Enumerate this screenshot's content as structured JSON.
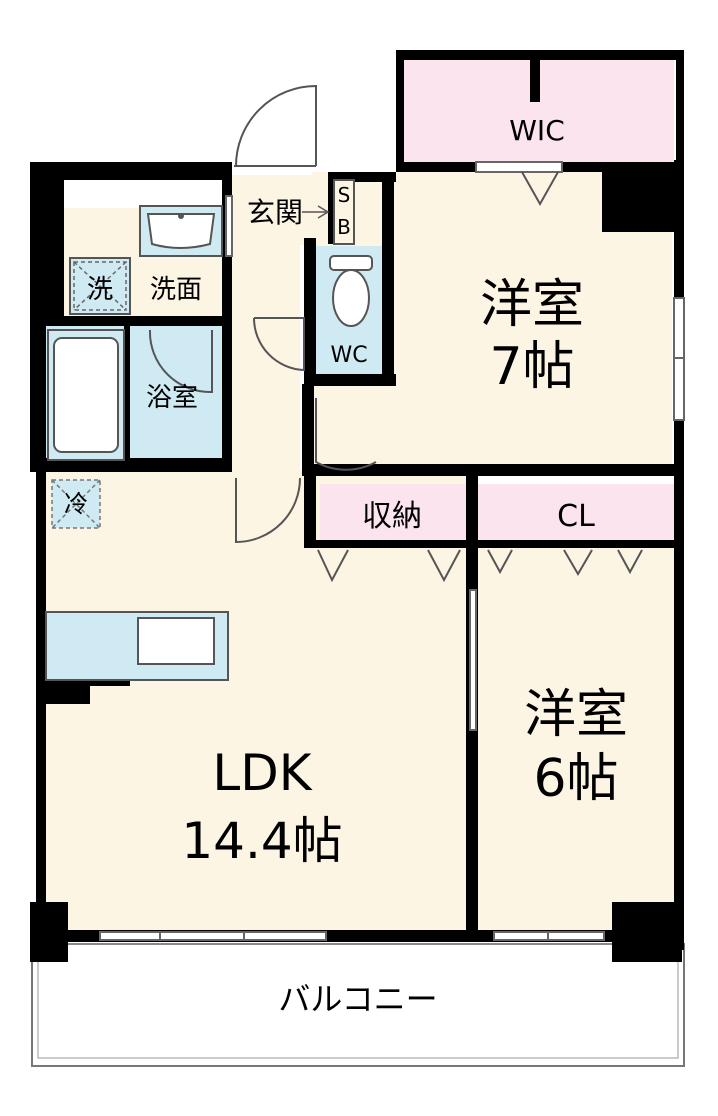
{
  "colors": {
    "floor": "#fdf5e4",
    "storage": "#fbe4ee",
    "water": "#cfeaf2",
    "wall": "#000000",
    "line": "#555555",
    "balcony": "#ffffff"
  },
  "rooms": {
    "wic": "WIC",
    "genkan": "玄関",
    "sb_s": "S",
    "sb_b": "B",
    "sennen_icon": "洗",
    "senmen": "洗面",
    "yokushitsu": "浴室",
    "wc": "WC",
    "western7_name": "洋室",
    "western7_size": "7帖",
    "rei_icon": "冷",
    "shuno": "収納",
    "cl": "CL",
    "ldk_name": "LDK",
    "ldk_size": "14.4帖",
    "western6_name": "洋室",
    "western6_size": "6帖",
    "balcony": "バルコニー"
  }
}
